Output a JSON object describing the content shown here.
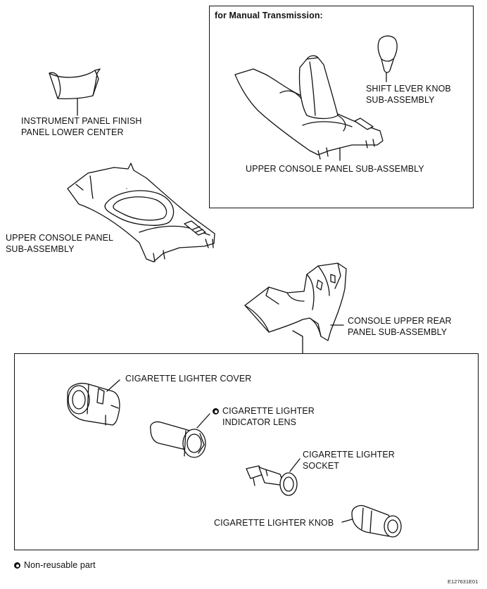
{
  "manual_box": {
    "title": "for Manual Transmission:",
    "shift_knob_label": [
      "SHIFT LEVER KNOB",
      "SUB-ASSEMBLY"
    ],
    "upper_console_label": "UPPER CONSOLE PANEL SUB-ASSEMBLY"
  },
  "parts": {
    "finish_panel_label": [
      "INSTRUMENT PANEL FINISH",
      "PANEL LOWER CENTER"
    ],
    "upper_console_label": [
      "UPPER CONSOLE PANEL",
      "SUB-ASSEMBLY"
    ],
    "rear_panel_label": [
      "CONSOLE UPPER REAR",
      "PANEL SUB-ASSEMBLY"
    ]
  },
  "lighter_box": {
    "cover_label": "CIGARETTE LIGHTER COVER",
    "indicator_label": [
      "CIGARETTE LIGHTER",
      "INDICATOR LENS"
    ],
    "socket_label": [
      "CIGARETTE LIGHTER",
      "SOCKET"
    ],
    "knob_label": "CIGARETTE LIGHTER KNOB"
  },
  "legend": {
    "non_reusable": "Non-reusable part"
  },
  "figure_id": "E127631E01"
}
